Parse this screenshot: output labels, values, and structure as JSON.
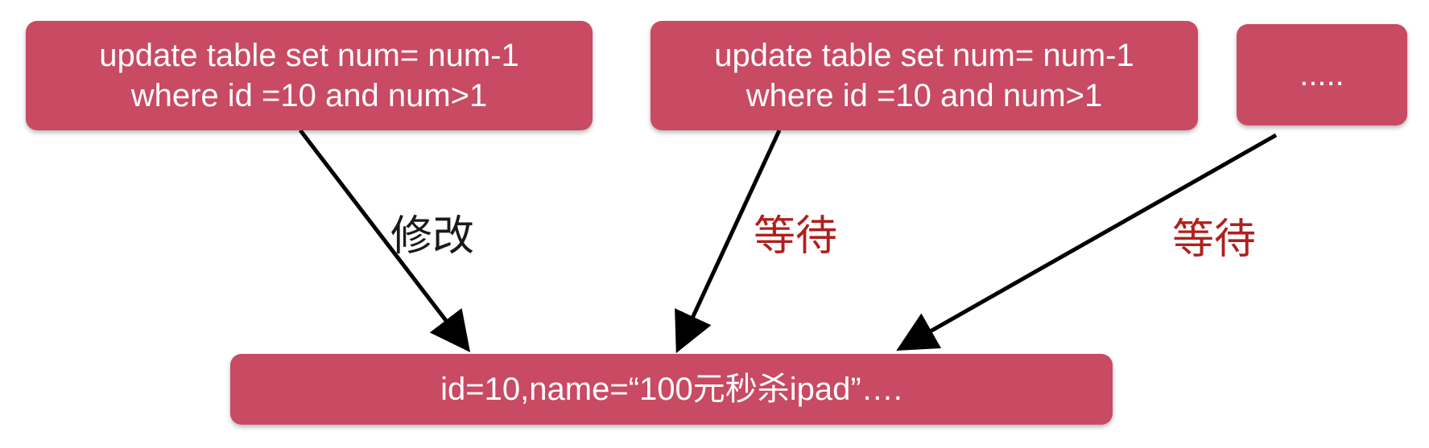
{
  "boxes": {
    "query_1": [
      "update table set num= num-1",
      "where id =10 and num>1"
    ],
    "query_2": [
      "update table set num= num-1",
      "where id =10 and num>1"
    ],
    "query_3": ".....",
    "record": "id=10,name=“100元秒杀ipad”…."
  },
  "labels": {
    "modify": "修改",
    "wait_1": "等待",
    "wait_2": "等待"
  },
  "colors": {
    "box_fill": "#c84a63",
    "box_text": "#ffffff",
    "modify_label": "#1a1a1a",
    "wait_label": "#b0201e",
    "arrow": "#000000"
  }
}
